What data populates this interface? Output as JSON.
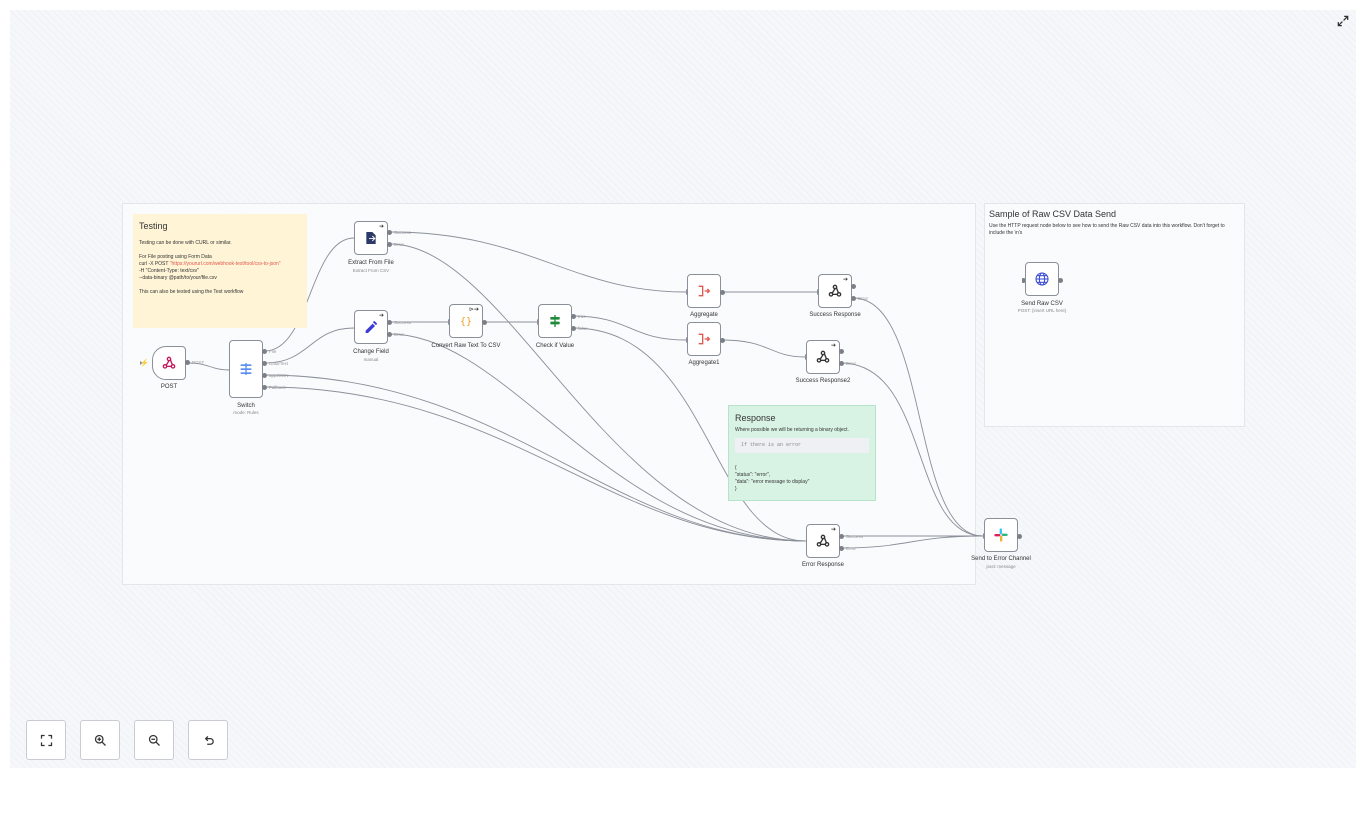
{
  "canvas": {
    "fullscreen_icon": "expand-icon"
  },
  "stickies": {
    "testing": {
      "title": "Testing",
      "line1": "Testing can be done with CURL or similar.",
      "line2": "For File posting using Form Data",
      "line3_prefix": "curl -X POST ",
      "line3_url": "\"https://yoururl.com/webhook-test/tool/csv-to-json\"",
      "line4": "-H \"Content-Type: text/csv\"",
      "line5": "--data-binary @path/to/your/file.csv",
      "line6": "This can also be tested using the Test workflow"
    },
    "sample": {
      "title": "Sample of Raw CSV Data Send",
      "body": "Use the HTTP request node below to see how to send the Raw CSV data into this workflow. Don't forget to include the \\n's"
    },
    "response": {
      "title": "Response",
      "body": "Where possible we will be returning a binary object.",
      "code": "If there is an error",
      "json1": "{",
      "json2": "\"status\": \"error\",",
      "json3": "\"data\": \"error message to display\"",
      "json4": "}"
    }
  },
  "nodes": {
    "post": {
      "label": "POST",
      "icon": "webhook-icon"
    },
    "switch": {
      "label": "Switch",
      "sub": "mode: Rules",
      "icon": "switch-icon",
      "ports": [
        "File",
        "Data/Text",
        "appJSON",
        "Fallback"
      ]
    },
    "extract": {
      "label": "Extract From File",
      "sub": "Extract From CSV",
      "icon": "file-extract-icon",
      "ports": [
        "Success",
        "Error"
      ]
    },
    "change": {
      "label": "Change Field",
      "sub": "manual",
      "icon": "pencil-icon",
      "ports": [
        "Success",
        "Error"
      ]
    },
    "convert": {
      "label": "Convert Raw Text To CSV",
      "icon": "code-braces-icon"
    },
    "check": {
      "label": "Check if Value",
      "icon": "if-icon",
      "ports": [
        "true",
        "false"
      ]
    },
    "aggregate": {
      "label": "Aggregate",
      "icon": "aggregate-icon"
    },
    "aggregate1": {
      "label": "Aggregate1",
      "icon": "aggregate-icon"
    },
    "success1": {
      "label": "Success Response",
      "icon": "webhook-icon",
      "ports": [
        "",
        "Error"
      ]
    },
    "success2": {
      "label": "Success Response2",
      "icon": "webhook-icon",
      "ports": [
        "",
        "Error"
      ]
    },
    "error_resp": {
      "label": "Error Response",
      "icon": "webhook-icon",
      "ports": [
        "Success",
        "Error"
      ]
    },
    "slack": {
      "label": "Send to Error Channel",
      "sub": "post: message",
      "icon": "slack-icon"
    },
    "send_raw": {
      "label": "Send Raw CSV",
      "sub": "POST: {insert URL here}",
      "icon": "globe-icon"
    },
    "post_port": "POST"
  },
  "controls": {
    "zoom_to_fit": "fit-view-icon",
    "zoom_in": "zoom-in-icon",
    "zoom_out": "zoom-out-icon",
    "reset": "undo-icon"
  },
  "colors": {
    "testing_sticky": "#fff4d6",
    "response_sticky": "#d8f3e4",
    "edge": "#8a8f99",
    "link_red": "#e0584f"
  }
}
